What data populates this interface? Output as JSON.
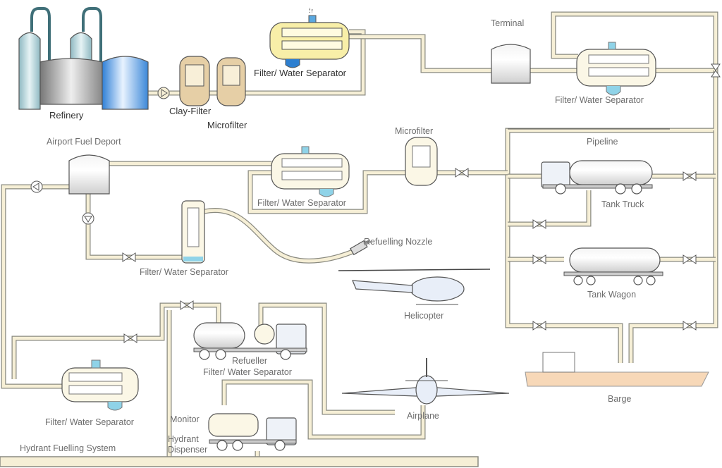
{
  "labels": {
    "refinery": "Refinery",
    "clay_filter": "Clay-Filter",
    "microfilter_top": "Microfilter",
    "fws_top": "Filter/ Water Separator",
    "terminal": "Terminal",
    "fws_terminal": "Filter/ Water Separator",
    "pipeline": "Pipeline",
    "airport_fuel_depot": "Airport Fuel Deport",
    "microfilter_mid": "Microfilter",
    "fws_mid": "Filter/ Water Separator",
    "fws_vertical": "Filter/ Water Separator",
    "refuelling_nozzle": "Refuelling Nozzle",
    "tank_truck": "Tank Truck",
    "tank_wagon": "Tank Wagon",
    "helicopter": "Helicopter",
    "refueller": "Refueller",
    "fws_refueller": "Filter/ Water Separator",
    "fws_hydrant": "Filter/ Water Separator",
    "monitor": "Monitor",
    "hydrant_dispenser_1": "Hydrant",
    "hydrant_dispenser_2": "Dispenser",
    "hydrant_fuelling_system": "Hydrant Fuelling System",
    "airplane": "Airplane",
    "barge": "Barge"
  },
  "colors": {
    "pipe_fill": "#f6efd6",
    "fws_yellow": "#f8efa8",
    "fws_cream": "#fbf7e6",
    "water_blue": "#8fd3e8",
    "refinery_tank_blue": "#4a90d9",
    "filter_tan": "#e6cfa6",
    "barge": "#f7d8b8"
  }
}
